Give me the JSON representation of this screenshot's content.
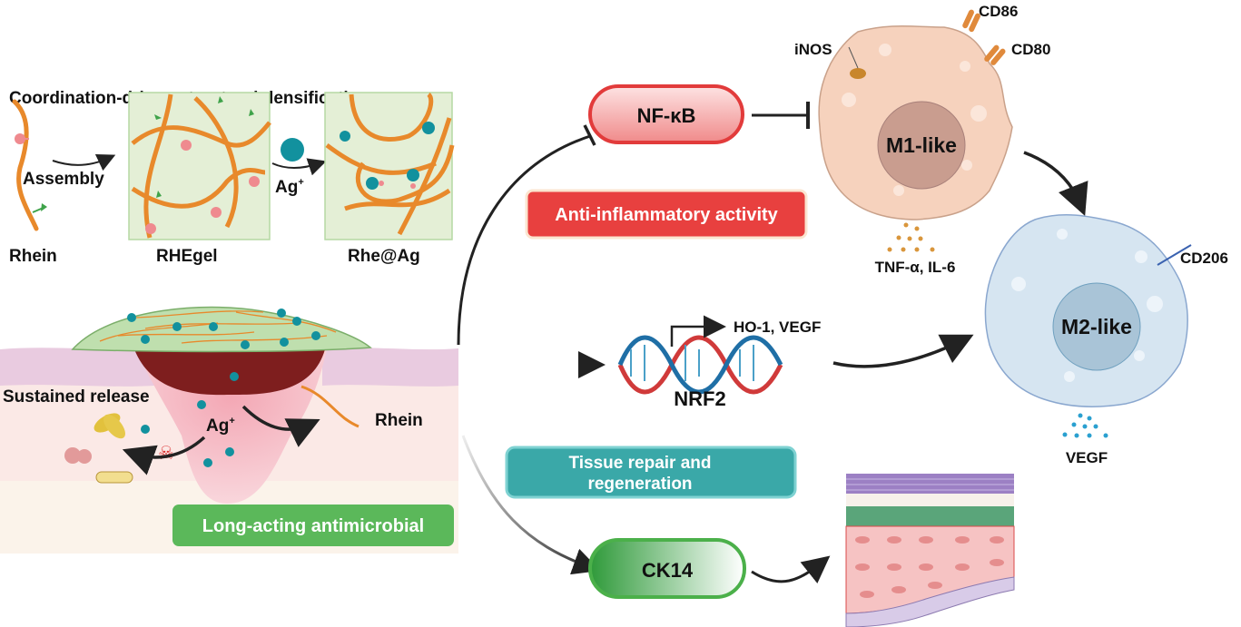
{
  "figure": {
    "top_section": {
      "title": "Coordination-driven structural densification",
      "assembly_label": "Assembly",
      "ag_label": "Ag",
      "ag_superscript": "+",
      "stages": [
        "Rhein",
        "RHEgel",
        "Rhe@Ag"
      ]
    },
    "wound": {
      "sustained_release_label": "Sustained release",
      "ag_label": "Ag",
      "ag_superscript": "+",
      "rhein_label": "Rhein",
      "badge_label": "Long-acting antimicrobial"
    },
    "pathways": {
      "nfkb_label": "NF-κB",
      "anti_inflammatory_label": "Anti-inflammatory activity",
      "nrf2_label": "NRF2",
      "nrf2_targets": "HO-1, VEGF",
      "tissue_repair_label_line1": "Tissue repair and",
      "tissue_repair_label_line2": "regeneration",
      "ck14_label": "CK14"
    },
    "m1_cell": {
      "label": "M1-like",
      "markers": [
        "CD86",
        "CD80"
      ],
      "enzyme": "iNOS",
      "cytokines": "TNF-α, IL-6"
    },
    "m2_cell": {
      "label": "M2-like",
      "marker": "CD206",
      "secreted": "VEGF"
    },
    "colors": {
      "fiber": "#e8892b",
      "ag_ion": "#12919e",
      "nfkb": "#e23b3b",
      "anti_inflammatory": "#e8403f",
      "tissue_repair": "#3aa8a8",
      "ck14": "#4bb04a",
      "antimicrobial": "#5bb85a",
      "m1_cell": "#f6d2bd",
      "m2_cell": "#d6e5f1"
    }
  }
}
